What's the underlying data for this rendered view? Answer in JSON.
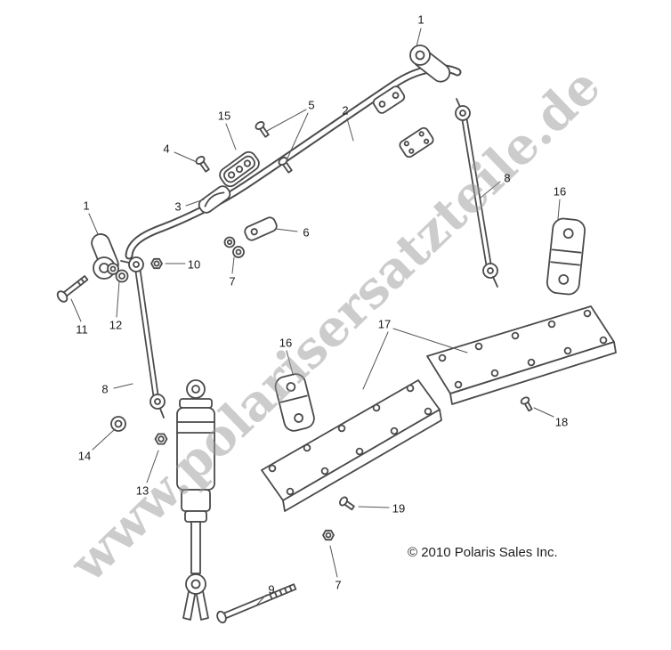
{
  "watermark": "www.polarisersatzteile.de",
  "copyright": "© 2010 Polaris Sales Inc.",
  "colors": {
    "line": "#4a4a4a",
    "watermark": "#9a9a9a",
    "text": "#1a1a1a"
  },
  "callouts": [
    {
      "n": "1"
    },
    {
      "n": "5"
    },
    {
      "n": "15"
    },
    {
      "n": "2"
    },
    {
      "n": "4"
    },
    {
      "n": "8"
    },
    {
      "n": "16"
    },
    {
      "n": "3"
    },
    {
      "n": "1"
    },
    {
      "n": "6"
    },
    {
      "n": "10"
    },
    {
      "n": "7"
    },
    {
      "n": "11"
    },
    {
      "n": "12"
    },
    {
      "n": "17"
    },
    {
      "n": "16"
    },
    {
      "n": "8"
    },
    {
      "n": "18"
    },
    {
      "n": "14"
    },
    {
      "n": "13"
    },
    {
      "n": "19"
    },
    {
      "n": "7"
    },
    {
      "n": "9"
    }
  ]
}
